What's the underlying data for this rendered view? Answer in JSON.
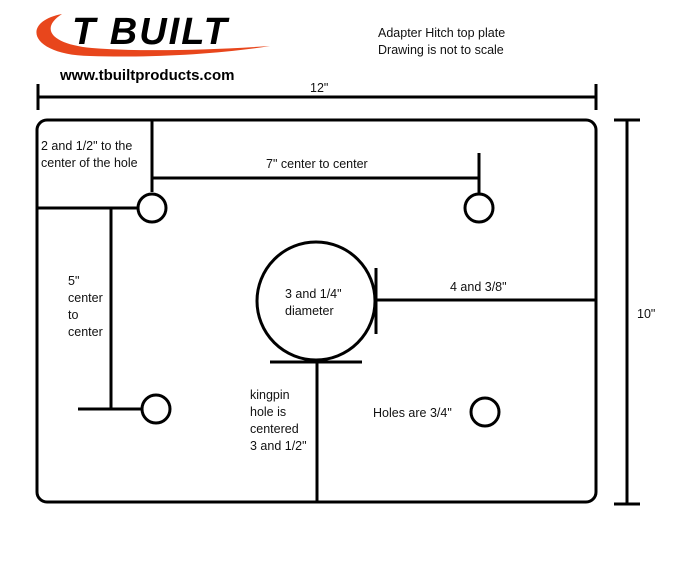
{
  "logo": {
    "brand": "T BUILT",
    "accent_color": "#e8461c"
  },
  "website": "www.tbuiltproducts.com",
  "note": {
    "line1": "Adapter Hitch top plate",
    "line2": "Drawing is not to scale"
  },
  "dimensions": {
    "width": "12\"",
    "height": "10\"",
    "corner_line1": "2 and 1/2\" to the",
    "corner_line2": "center of the hole",
    "horizontal_spacing": "7\" center to center",
    "vertical_line1": "5\"",
    "vertical_line2": "center",
    "vertical_line3": "to",
    "vertical_line4": "center",
    "kingpin_diameter_line1": "3 and 1/4\"",
    "kingpin_diameter_line2": "diameter",
    "kingpin_offset": "4 and  3/8\"",
    "kingpin_center_line1": "kingpin",
    "kingpin_center_line2": "hole is",
    "kingpin_center_line3": "centered",
    "kingpin_center_line4": "3 and 1/2\"",
    "hole_size": "Holes are 3/4\""
  }
}
